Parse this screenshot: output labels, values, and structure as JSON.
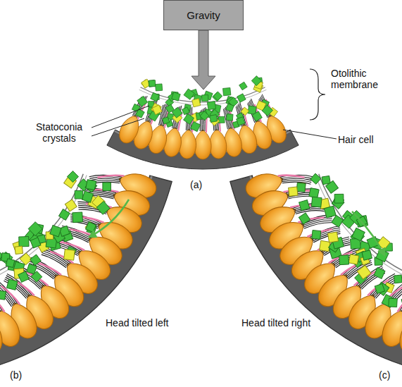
{
  "diagram": {
    "nodes": [
      {
        "text": [
          "Gravity"
        ]
      }
    ],
    "labels": [
      "Statoconia crystals",
      "Otolithic membrane",
      "Hair cell",
      "(a)",
      "Head tilted left",
      "(b)",
      "Head tilted right",
      "(c)"
    ]
  }
}
